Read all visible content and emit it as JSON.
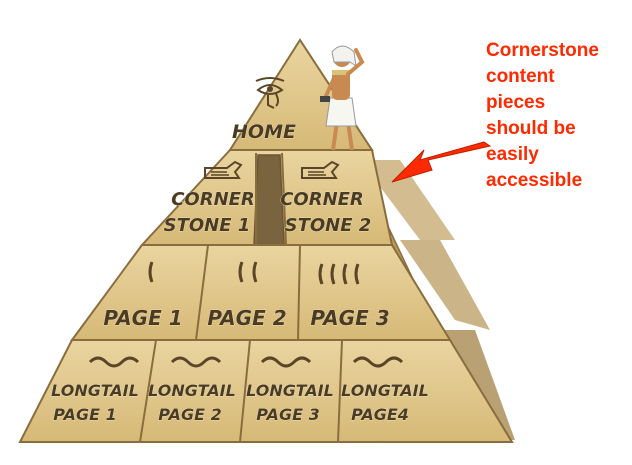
{
  "blocks": {
    "home": "HOME",
    "cornerstone_1": [
      "CORNER",
      "STONE 1"
    ],
    "cornerstone_2": [
      "CORNER",
      "STONE 2"
    ],
    "page_1": "PAGE 1",
    "page_2": "PAGE 2",
    "page_3": "PAGE 3",
    "longtail_1": [
      "LONGTAIL",
      "PAGE 1"
    ],
    "longtail_2": [
      "LONGTAIL",
      "PAGE 2"
    ],
    "longtail_3": [
      "LONGTAIL",
      "PAGE 3"
    ],
    "longtail_4": [
      "LONGTAIL",
      "PAGE4"
    ]
  },
  "callout": {
    "lines": [
      "Cornerstone",
      "content",
      "pieces",
      "should be",
      "easily",
      "accessible"
    ],
    "color": "#ff2a00"
  },
  "icons": {
    "top": "eye-of-horus-icon",
    "cornerstone": "hand-glyph-icon",
    "page": "reed-stroke-icon",
    "longtail": "wave-glyph-icon",
    "figure": "egyptian-worker-figure"
  },
  "colors": {
    "stone_light": "#e3ca8e",
    "stone_mid": "#d4b679",
    "stone_shade": "#b8995c",
    "outline": "#8a6d3d",
    "text": "#4a3b24"
  }
}
